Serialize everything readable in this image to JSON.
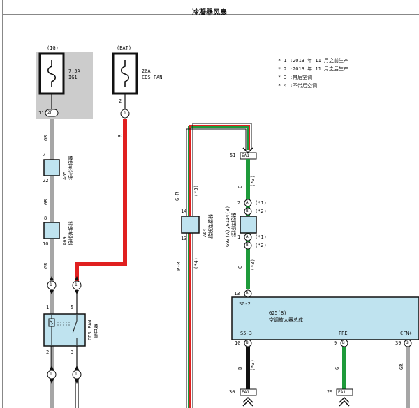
{
  "title": "冷凝器风扇",
  "colors": {
    "wire_red": "#e02020",
    "wire_green": "#1e9a3a",
    "wire_gray": "#a6a6a6",
    "wire_black": "#111111",
    "component_fill": "#bfe3ef",
    "fuse_box_fill": "#cccccc"
  },
  "notes": [
    "* 1 :2013 年 11 月之前生产",
    "* 2 :2013 年 11 月之后生产",
    "* 3 :带后空调",
    "* 4 :不带后空调"
  ],
  "fuse_ig": {
    "label": "(IG)",
    "rating": "7.5A",
    "name": "IG1",
    "pin": "11",
    "terminal": "2F"
  },
  "fuse_bat": {
    "label": "(BAT)",
    "rating": "20A",
    "name": "CDS FAN",
    "pin": "2",
    "terminal": "1"
  },
  "wire_gr": "GR",
  "wire_g": "G",
  "wire_b": "B",
  "wire_r": "R",
  "wire_gr_red": "G-R",
  "wire_p_r": "P-R",
  "conn_a65": {
    "code": "A65",
    "name": "接线连接器",
    "pin_top": "21",
    "pin_bottom": "22"
  },
  "conn_a69": {
    "code": "A69",
    "name": "接线连接器",
    "pin_top": "8",
    "pin_bottom": "10"
  },
  "conn_a64": {
    "code": "A64",
    "name": "接线连接器",
    "pin_top": "14",
    "pin_bottom": "13"
  },
  "conn_g93": {
    "code": "G93(A),G114(B)",
    "name": "接线连接器"
  },
  "junction_ea1": "EA1",
  "pins": {
    "p51": "51",
    "pA": "A",
    "pB": "B",
    "p2": "2",
    "p1": "1",
    "p13": "13",
    "p10": "10",
    "p9": "9",
    "p39": "39",
    "p30": "30",
    "p29": "29",
    "p3": "3",
    "p5": "5"
  },
  "marks": {
    "m1": "(*1)",
    "m2": "(*2)",
    "m3": "(*3)",
    "m4": "(*4)"
  },
  "relay": {
    "name": "CDS FAN",
    "sub": "继电器",
    "term": "1"
  },
  "amp": {
    "code": "G25(B)",
    "name": "空调放大器总成",
    "sg2": "SG-2",
    "s53": "S5-3",
    "pre": "PRE",
    "cfn": "CFN+"
  }
}
